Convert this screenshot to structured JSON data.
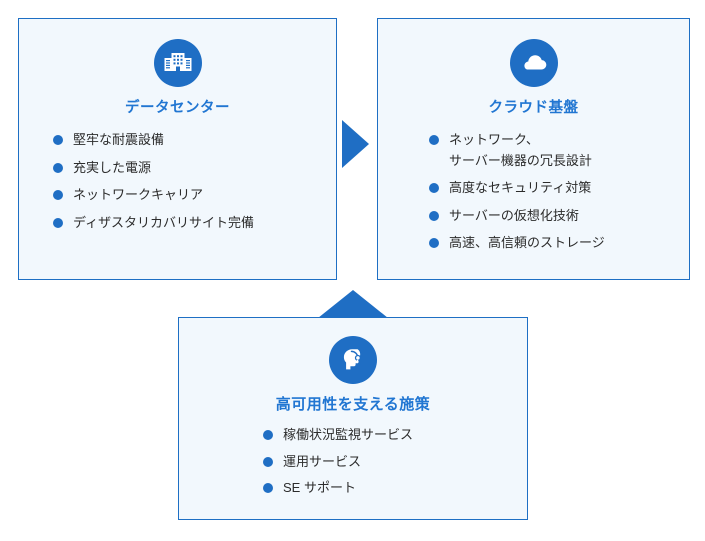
{
  "diagram": {
    "background_color": "#ffffff",
    "accent_color": "#1f6ec4",
    "title_color": "#2176d2",
    "panel_background": "#f2f8fd",
    "panel_border": "#1e6fc4"
  },
  "panels": {
    "data_center": {
      "icon": "office-building-icon",
      "title": "データセンター",
      "items": [
        "堅牢な耐震設備",
        "充実した電源",
        "ネットワークキャリア",
        "ディザスタリカバリサイト完備"
      ]
    },
    "cloud_platform": {
      "icon": "cloud-icon",
      "title": "クラウド基盤",
      "items": [
        "ネットワーク、\nサーバー機器の冗長設計",
        "高度なセキュリティ対策",
        "サーバーの仮想化技術",
        "高速、高信頼のストレージ"
      ]
    },
    "high_availability": {
      "icon": "headset-support-icon",
      "title": "高可用性を支える施策",
      "items": [
        "稼働状況監視サービス",
        "運用サービス",
        "SE サポート"
      ]
    }
  },
  "connectors": {
    "right_arrow": "arrow-right-icon",
    "up_arrow": "arrow-up-icon"
  }
}
